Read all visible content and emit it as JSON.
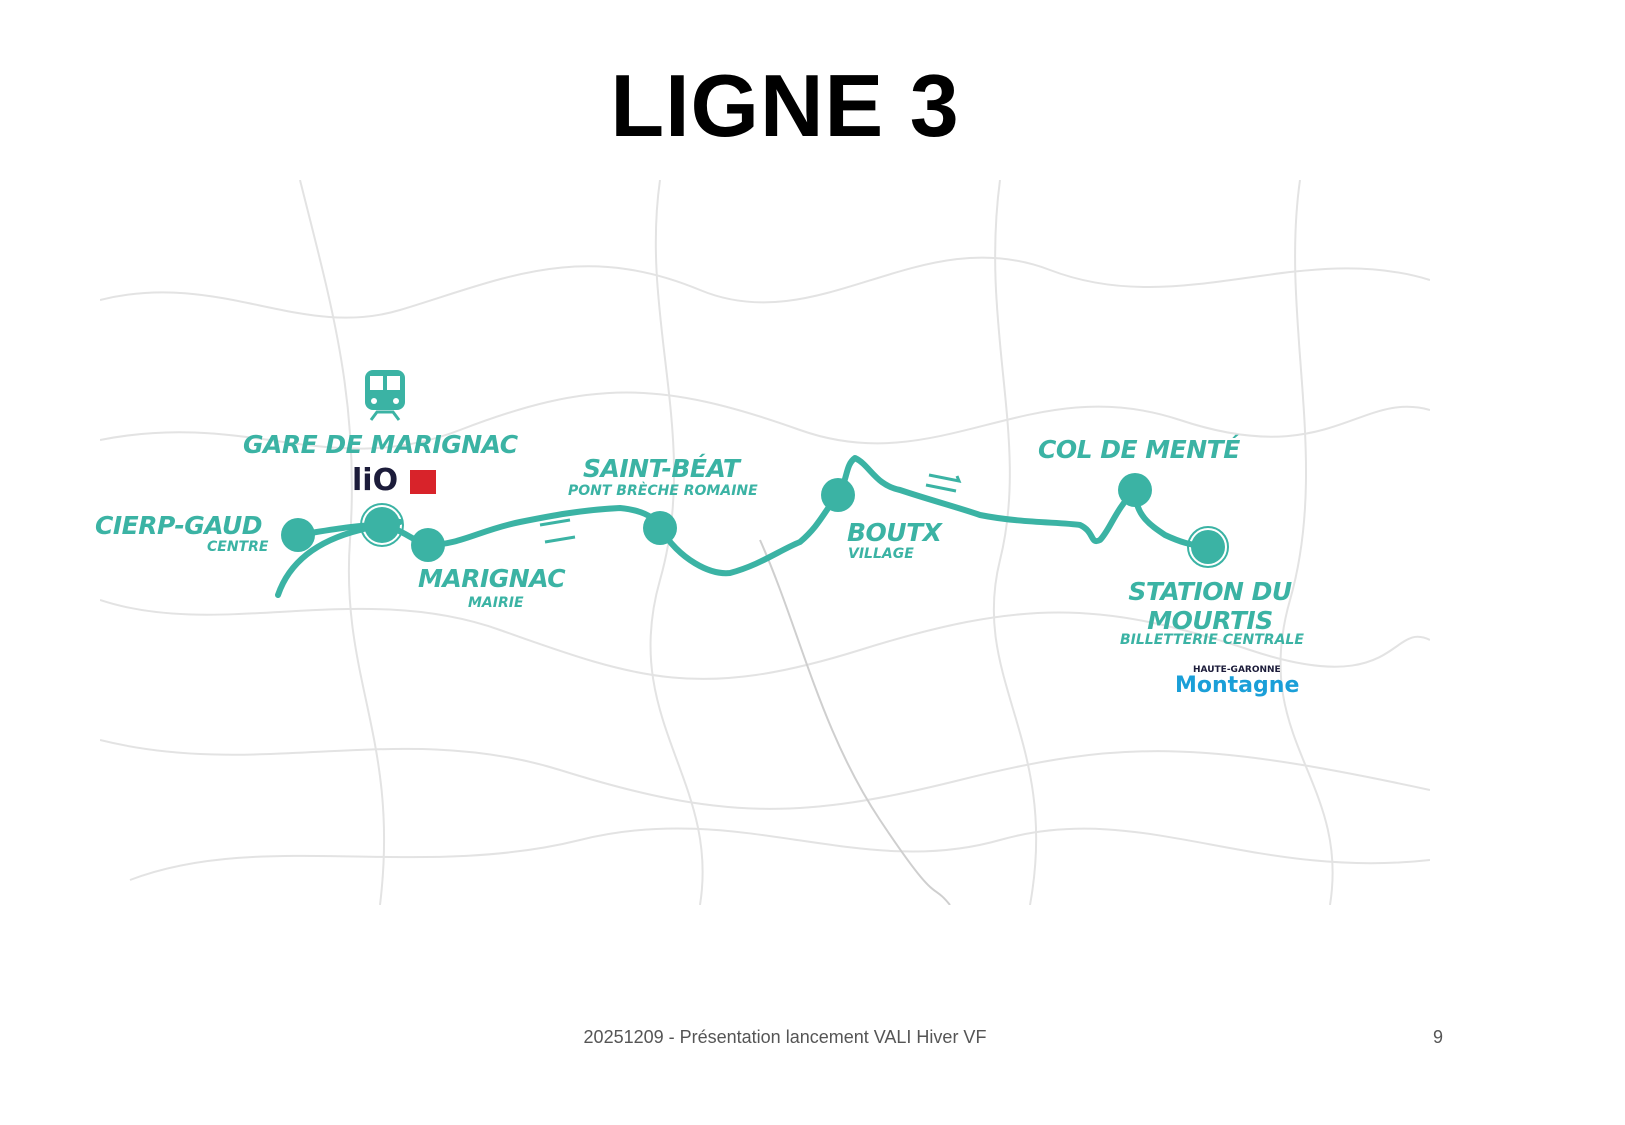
{
  "title": "LIGNE 3",
  "colors": {
    "route": "#3bb3a4",
    "background_lines": "#e3e3e3"
  },
  "map": {
    "stops": [
      {
        "name": "CIERP-GAUD",
        "sub": "CENTRE"
      },
      {
        "name": "GARE DE MARIGNAC",
        "sub": "",
        "icon": "train-icon"
      },
      {
        "name": "MARIGNAC",
        "sub": "MAIRIE"
      },
      {
        "name": "SAINT-BÉAT",
        "sub": "PONT BRÈCHE ROMAINE"
      },
      {
        "name": "BOUTX",
        "sub": "VILLAGE"
      },
      {
        "name": "COL DE MENTÉ",
        "sub": ""
      },
      {
        "name": "STATION DU MOURTIS",
        "sub": "BILLETTERIE CENTRALE"
      }
    ],
    "logos": {
      "lio": "liO",
      "haute_garonne_top": "HAUTE-GARONNE",
      "haute_garonne_main": "Montagne"
    }
  },
  "footer": {
    "text": "20251209 - Présentation lancement VALI Hiver VF",
    "page": "9"
  }
}
